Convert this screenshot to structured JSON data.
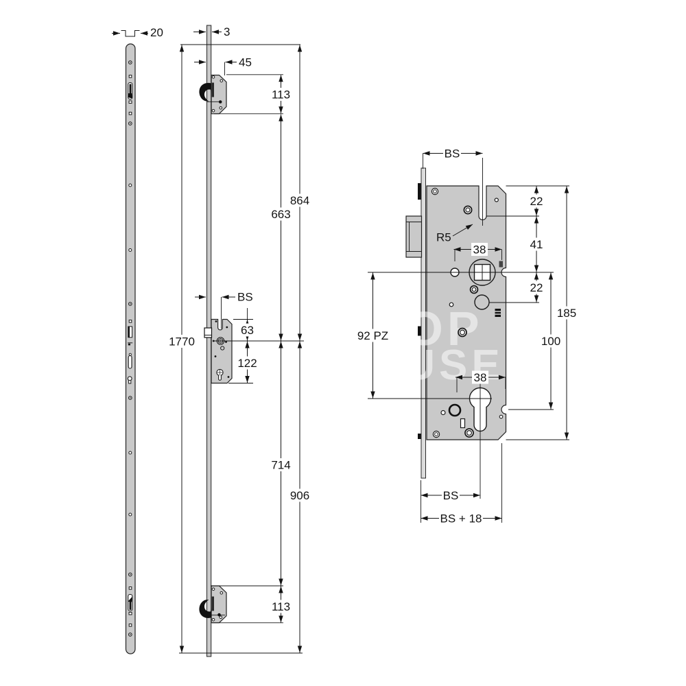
{
  "side_view": {
    "profile_width": "20"
  },
  "front_view": {
    "plate_thickness": "3",
    "top_hook_backset": "45",
    "top_hook_height": "113",
    "top_to_spindle": "864",
    "top_hook_to_spindle": "663",
    "backset": "BS",
    "case_top_to_spindle": "63",
    "spindle_to_case_bottom": "122",
    "overall_length": "1770",
    "spindle_to_bottom_hook": "714",
    "spindle_to_bottom": "906",
    "bottom_hook_height": "113"
  },
  "gearbox_view": {
    "backset": "BS",
    "top_to_latch_slot": "22",
    "slot_radius": "R5",
    "slot_to_spindle": "41",
    "top_hole_spacing": "38",
    "spindle_to_hole": "22",
    "case_height": "185",
    "spindle_to_cylinder": "92 PZ",
    "spindle_to_lower_notch": "100",
    "bottom_hole_spacing": "38",
    "cylinder_backset": "BS",
    "case_depth": "BS + 18"
  },
  "watermark": {
    "line1": "OP",
    "line2": "USE"
  }
}
